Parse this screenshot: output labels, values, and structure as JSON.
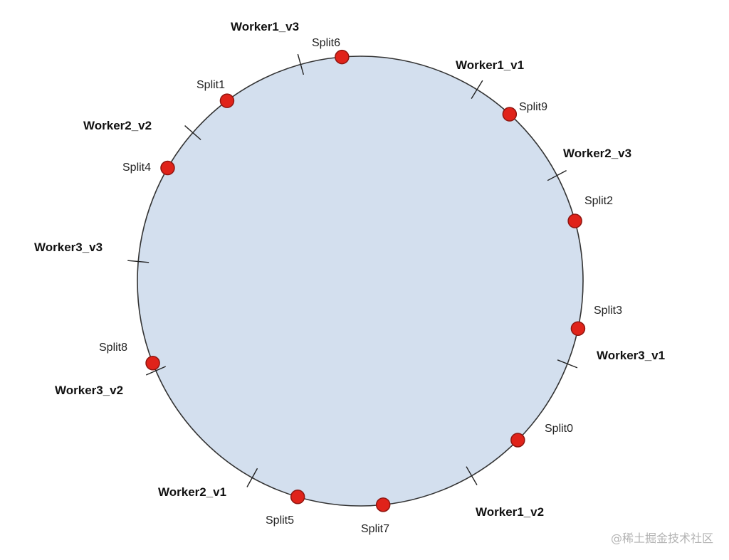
{
  "colors": {
    "ring_fill": "#d3dfee",
    "ring_stroke": "#333333",
    "split_node_fill": "#e0231a",
    "split_node_stroke": "#8f1610",
    "tick_stroke": "#222222"
  },
  "workers": [
    {
      "label": "Worker1_v3",
      "angle_deg": 105.5
    },
    {
      "label": "Worker1_v1",
      "angle_deg": 58.4
    },
    {
      "label": "Worker2_v3",
      "angle_deg": 28.0
    },
    {
      "label": "Worker3_v1",
      "angle_deg": -21.6
    },
    {
      "label": "Worker1_v2",
      "angle_deg": -60.0
    },
    {
      "label": "Worker2_v1",
      "angle_deg": -119.0
    },
    {
      "label": "Worker3_v2",
      "angle_deg": -156.5
    },
    {
      "label": "Worker3_v3",
      "angle_deg": 175.0
    },
    {
      "label": "Worker2_v2",
      "angle_deg": 138.7
    }
  ],
  "splits": [
    {
      "label": "Split6",
      "angle_deg": 94.7
    },
    {
      "label": "Split9",
      "angle_deg": 47.9
    },
    {
      "label": "Split2",
      "angle_deg": 15.5
    },
    {
      "label": "Split3",
      "angle_deg": -12.2
    },
    {
      "label": "Split0",
      "angle_deg": -45.0
    },
    {
      "label": "Split7",
      "angle_deg": -84.1
    },
    {
      "label": "Split5",
      "angle_deg": -106.3
    },
    {
      "label": "Split8",
      "angle_deg": -158.6
    },
    {
      "label": "Split4",
      "angle_deg": 149.8
    },
    {
      "label": "Split1",
      "angle_deg": 126.7
    }
  ],
  "watermark": "@稀土掘金技术社区"
}
